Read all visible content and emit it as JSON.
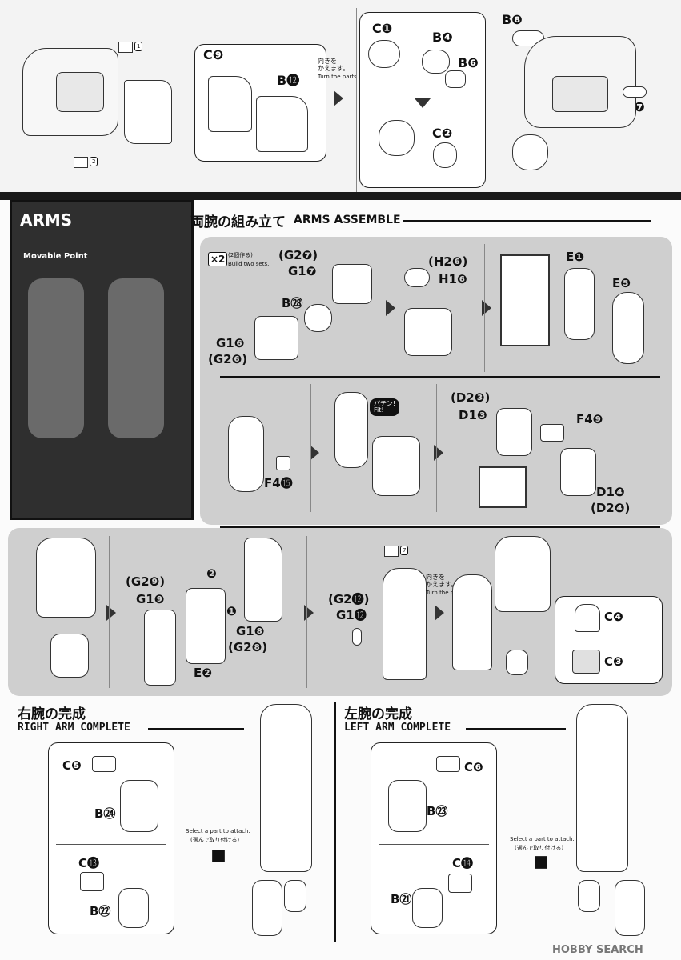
{
  "top": {
    "turn_jp": "向きを\nかえます。",
    "turn_en": "Turn the parts.",
    "labels": [
      "C❾",
      "B⓬",
      "C❶",
      "B❹",
      "B❻",
      "C❷",
      "B❽",
      "B❼"
    ],
    "tag1": "1",
    "tag2": "2"
  },
  "arms_panel": {
    "title": "ARMS",
    "subtitle": "Movable Point"
  },
  "assemble_header": {
    "jp": "両腕の組み立て",
    "en": "ARMS ASSEMBLE"
  },
  "row1": {
    "x2": "×2",
    "build_jp": "(2個作る)",
    "build_en": "Build two sets.",
    "labels": [
      "(G2❼)",
      "G1❼",
      "B㉘",
      "G1❻",
      "(G2❻)",
      "(H2❻)",
      "H1❻",
      "E❶",
      "E❺"
    ]
  },
  "row2": {
    "fit_jp": "パチン!",
    "fit_en": "Fit!",
    "labels": [
      "F4⓯",
      "(D2❸)",
      "D1❸",
      "F4❾",
      "D1❹",
      "(D2❹)"
    ]
  },
  "row3": {
    "labels": [
      "(G2❾)",
      "G1❾",
      "❷",
      "❶",
      "G1❽",
      "(G2❽)",
      "E❷",
      "(G2⓬)",
      "G1⓬",
      "C❹",
      "C❸"
    ],
    "tag7": "7",
    "turn_jp": "向きを\nかえます。",
    "turn_en": "Turn the parts."
  },
  "right_arm": {
    "jp": "右腕の完成",
    "en": "RIGHT ARM COMPLETE",
    "labels": [
      "C❺",
      "B㉔",
      "C⓭",
      "B㉒"
    ],
    "select_en": "Select a part to attach.",
    "select_jp": "(選んで取り付ける)"
  },
  "left_arm": {
    "jp": "左腕の完成",
    "en": "LEFT ARM COMPLETE",
    "labels": [
      "C❻",
      "B㉓",
      "C⓮",
      "B㉑"
    ],
    "select_en": "Select a part to attach.",
    "select_jp": "(選んで取り付ける)"
  },
  "watermark": "HOBBY SEARCH"
}
